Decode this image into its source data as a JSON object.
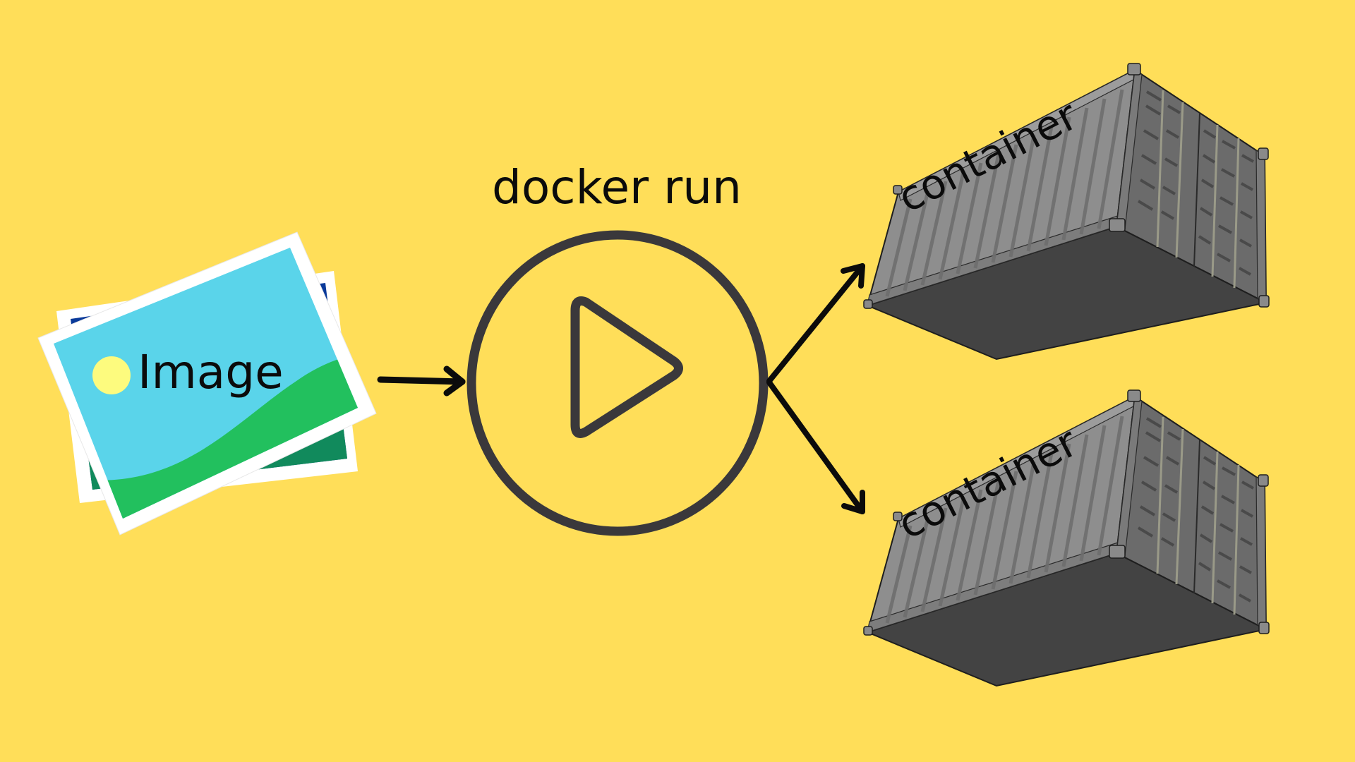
{
  "diagram": {
    "title": "docker run",
    "source": {
      "label": "Image",
      "icon": "image-photo-icon"
    },
    "action": {
      "label": "docker run",
      "icon": "play-circle-icon"
    },
    "targets": [
      {
        "label": "container",
        "icon": "shipping-container-icon"
      },
      {
        "label": "container",
        "icon": "shipping-container-icon"
      }
    ],
    "edges": [
      {
        "from": "Image",
        "to": "docker run"
      },
      {
        "from": "docker run",
        "to": "container 1"
      },
      {
        "from": "docker run",
        "to": "container 2"
      }
    ]
  },
  "colors": {
    "background": "#FFDE59",
    "stroke": "#3a383b",
    "arrow": "#0b0b0b",
    "photo_sky": "#5AD4EA",
    "photo_ground": "#22C05E",
    "photo_back_sky": "#0A3A9A",
    "photo_back_ground": "#118A5C",
    "sun": "#FDFB7E",
    "container_side": "#8E8E8E",
    "container_door": "#6B6B6B",
    "container_bottom": "#434343"
  }
}
